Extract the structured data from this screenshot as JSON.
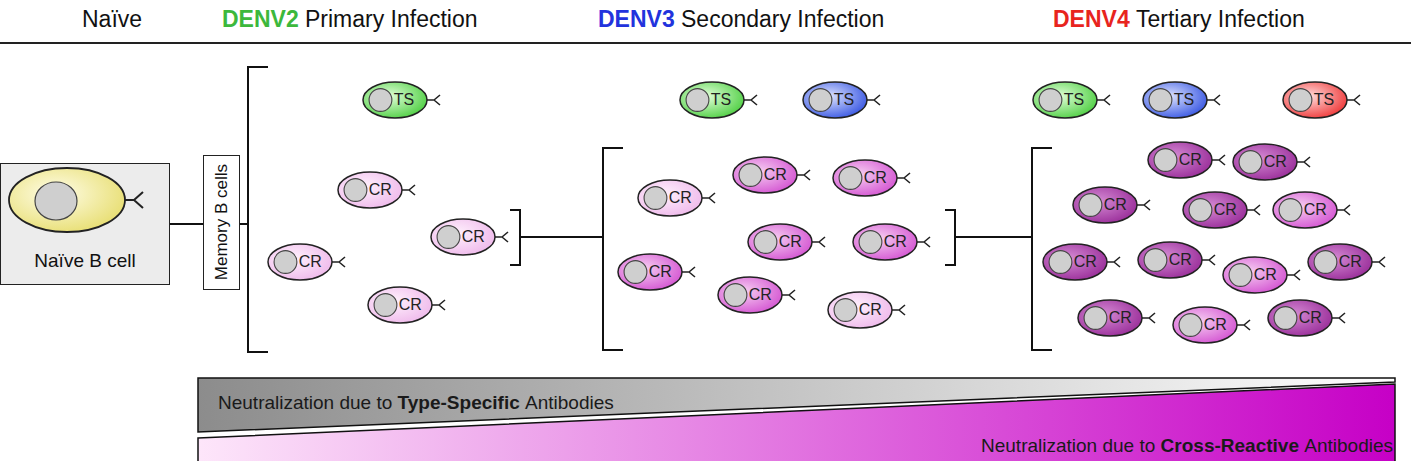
{
  "diagram": {
    "nodes": [
      {
        "text": [
          "Naïve B cell"
        ]
      },
      {
        "text": [
          "Memory B cells"
        ]
      },
      {
        "text": [
          "TS"
        ]
      },
      {
        "text": [
          "CR"
        ]
      },
      {
        "text": [
          "CR"
        ]
      },
      {
        "text": [
          "CR"
        ]
      },
      {
        "text": [
          "CR"
        ]
      },
      {
        "text": [
          "TS"
        ]
      },
      {
        "text": [
          "TS"
        ]
      },
      {
        "text": [
          "CR"
        ]
      },
      {
        "text": [
          "CR"
        ]
      },
      {
        "text": [
          "CR"
        ]
      },
      {
        "text": [
          "CR"
        ]
      },
      {
        "text": [
          "CR"
        ]
      },
      {
        "text": [
          "CR"
        ]
      },
      {
        "text": [
          "CR"
        ]
      },
      {
        "text": [
          "CR"
        ]
      },
      {
        "text": [
          "TS"
        ]
      },
      {
        "text": [
          "TS"
        ]
      },
      {
        "text": [
          "TS"
        ]
      },
      {
        "text": [
          "CR"
        ]
      },
      {
        "text": [
          "CR"
        ]
      },
      {
        "text": [
          "CR"
        ]
      },
      {
        "text": [
          "CR"
        ]
      },
      {
        "text": [
          "CR"
        ]
      },
      {
        "text": [
          "CR"
        ]
      },
      {
        "text": [
          "CR"
        ]
      },
      {
        "text": [
          "CR"
        ]
      },
      {
        "text": [
          "CR"
        ]
      },
      {
        "text": [
          "CR"
        ]
      },
      {
        "text": [
          "CR"
        ]
      },
      {
        "text": [
          "CR"
        ]
      },
      {
        "text": [
          "Neutralization due to",
          "Type-Specific",
          "Antibodies"
        ]
      },
      {
        "text": [
          "Neutralization due to",
          "Cross-Reactive",
          "Antibodies"
        ]
      }
    ],
    "edges": [
      {
        "from": 0,
        "to": 1,
        "arrow": "none"
      }
    ],
    "labels": [
      "Naïve",
      "DENV2",
      "Primary Infection",
      "DENV3",
      "Secondary Infection",
      "DENV4",
      "Tertiary Infection"
    ]
  }
}
